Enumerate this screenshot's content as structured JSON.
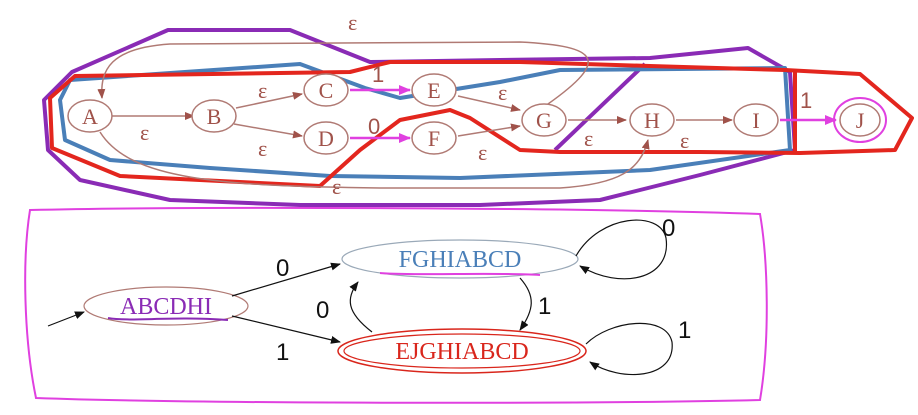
{
  "nfa": {
    "states": [
      "A",
      "B",
      "C",
      "D",
      "E",
      "F",
      "G",
      "H",
      "I",
      "J"
    ],
    "epsilon_symbol": "ε",
    "transition_labels": {
      "c_to_e": "1",
      "d_to_f": "0",
      "i_to_j": "1"
    }
  },
  "dfa": {
    "start_state": "ABCDHI",
    "state_0": "FGHIABCD",
    "state_1": "EJGHIABCD",
    "edge_labels": {
      "start_on_0": "0",
      "start_on_1": "1",
      "s0_loop": "0",
      "s0_to_s1": "1",
      "s1_to_s0": "0",
      "s1_loop": "1"
    }
  },
  "colors": {
    "nfa_stroke": "#b07a74",
    "purple": "#8a2bb5",
    "red": "#e3261e",
    "blue": "#4a7fb8",
    "magenta": "#e040e0",
    "dfa_state0": "#4a7fb8",
    "dfa_state1": "#d9261c",
    "dfa_start": "#8a2bb5"
  }
}
